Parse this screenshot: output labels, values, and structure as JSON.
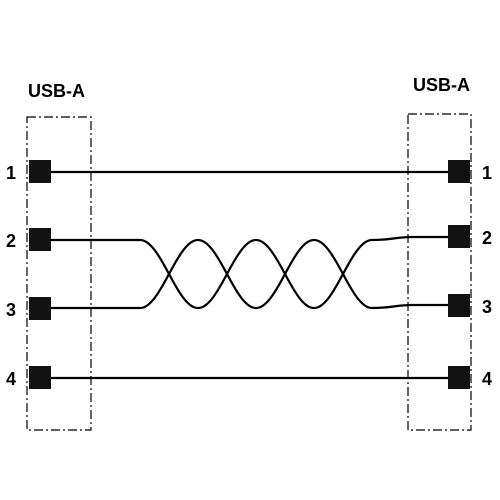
{
  "connectors": [
    {
      "side": "left",
      "label": "USB-A"
    },
    {
      "side": "right",
      "label": "USB-A"
    }
  ],
  "pins": [
    {
      "label": "1",
      "conductor": "straight"
    },
    {
      "label": "2",
      "conductor": "twisted-pair"
    },
    {
      "label": "3",
      "conductor": "twisted-pair"
    },
    {
      "label": "4",
      "conductor": "straight"
    }
  ],
  "twisted_pair": {
    "pins": [
      "2",
      "3"
    ],
    "twists": 4
  }
}
